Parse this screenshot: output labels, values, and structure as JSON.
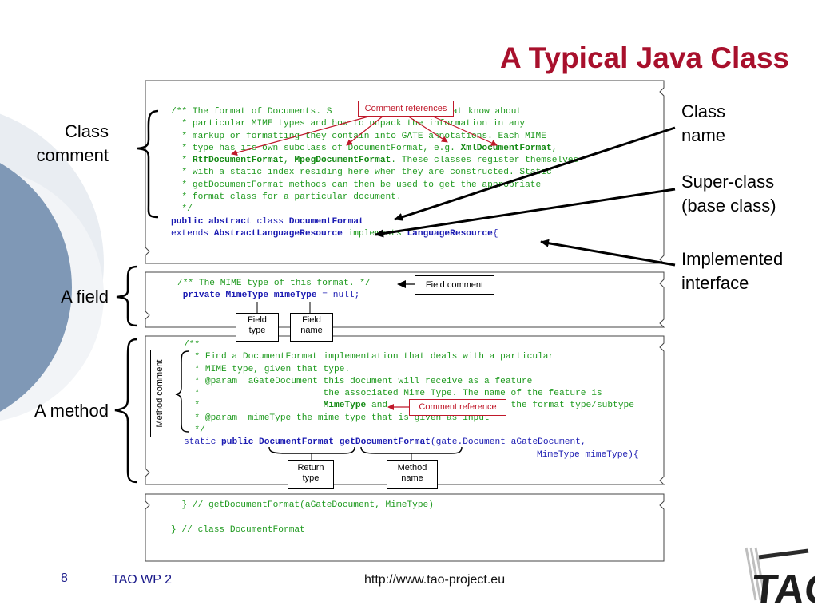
{
  "slide": {
    "title": "A Typical Java Class",
    "page_number": "8",
    "project": "TAO WP 2",
    "url": "http://www.tao-project.eu",
    "logo_text": "TAO",
    "colors": {
      "title": "#a8102c",
      "keyword": "#1a1ab2",
      "comment": "#1f9a1f",
      "callout": "#c0182a",
      "deco": "#7f98b6"
    }
  },
  "left_labels": {
    "class_comment": [
      "Class",
      "comment"
    ],
    "field": "A field",
    "method": "A method"
  },
  "right_labels": {
    "class_name": [
      "Class",
      "name"
    ],
    "super_class": [
      "Super-class",
      "(base class)"
    ],
    "implemented": [
      "Implemented",
      "interface"
    ]
  },
  "callouts": {
    "comment_references": "Comment references",
    "field_comment": "Field comment",
    "comment_reference": "Comment reference",
    "method_comment": "Method comment",
    "field_type": [
      "Field",
      "type"
    ],
    "field_name": [
      "Field",
      "name"
    ],
    "return_type": [
      "Return",
      "type"
    ],
    "method_name": [
      "Method",
      "name"
    ]
  },
  "code": {
    "class_comment": {
      "l1a": "/** The format of Documents. S",
      "l1b": "umentFormat know about",
      "l2": "  * particular MIME types and how to unpack the information in any",
      "l3": "  * markup or formatting they contain into GATE annotations. Each MIME",
      "l4a": "  * type has its own subclass of DocumentFormat, e.g. ",
      "l4b": "XmlDocumentFormat",
      "l4c": ",",
      "l5a": "  * ",
      "l5b": "RtfDocumentFormat",
      "l5c": ", ",
      "l5d": "MpegDocumentFormat",
      "l5e": ". These classes register themselves",
      "l6": "  * with a static index residing here when they are constructed. Static",
      "l7": "  * getDocumentFormat methods can then be used to get the appropriate",
      "l8": "  * format class for a particular document.",
      "l9": "  */"
    },
    "class_decl": {
      "public": "public",
      "abstract": "abstract",
      "class": "class",
      "name": "DocumentFormat",
      "extends": "extends",
      "super": "AbstractLanguageResource",
      "implements": "implements",
      "iface": "LanguageResource",
      "brace": "{"
    },
    "field": {
      "comment": "/** The MIME type of this format. */",
      "private": "private",
      "type": "MimeType",
      "name": "mimeType",
      "rest": " = null;"
    },
    "method_comment": {
      "l1": "/**",
      "l2": "  * Find a DocumentFormat implementation that deals with a particular",
      "l3": "  * MIME type, given that type.",
      "l4": "  * @param  aGateDocument this document will receive as a feature",
      "l5": "  *                       the associated Mime Type. The name of the feature is",
      "l6a": "  *                       ",
      "l6b": "MimeType",
      "l6c": " and                       the format type/subtype",
      "l7": "  * @param  mimeType the mime type that is given as input",
      "l8": "  */"
    },
    "method_decl": {
      "static": "static",
      "public": "public",
      "ret": "DocumentFormat",
      "name": "getDocumentFormat",
      "args1a": "(gate.",
      "args1b": "Document aGateDocument,",
      "args2": "MimeType mimeType){"
    },
    "closing": {
      "l1": "} // getDocumentFormat(aGateDocument, MimeType)",
      "l2": "} // class DocumentFormat"
    }
  }
}
